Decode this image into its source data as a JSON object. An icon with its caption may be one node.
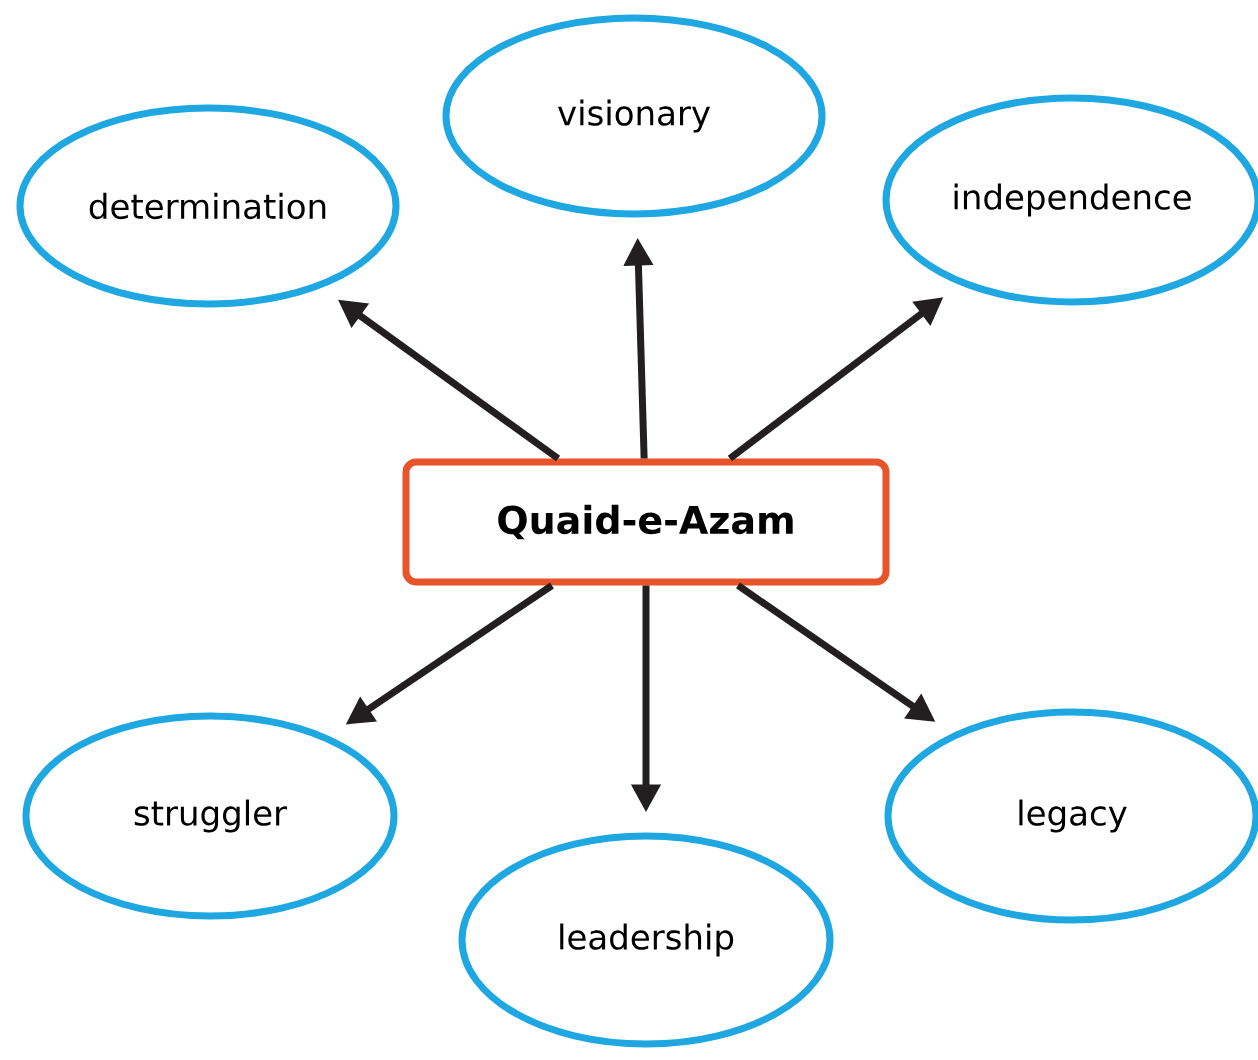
{
  "diagram": {
    "nodes": [
      {
        "text": [
          "visionary"
        ]
      },
      {
        "text": [
          "determination"
        ]
      },
      {
        "text": [
          "independence"
        ]
      },
      {
        "text": [
          "Quaid-e-Azam"
        ]
      },
      {
        "text": [
          "struggler"
        ]
      },
      {
        "text": [
          "legacy"
        ]
      },
      {
        "text": [
          "leadership"
        ]
      }
    ],
    "edges": [
      {
        "from": 3,
        "to": 0,
        "arrow": "to"
      },
      {
        "from": 3,
        "to": 1,
        "arrow": "to"
      },
      {
        "from": 3,
        "to": 2,
        "arrow": "to"
      },
      {
        "from": 3,
        "to": 4,
        "arrow": "to"
      },
      {
        "from": 3,
        "to": 5,
        "arrow": "to"
      },
      {
        "from": 3,
        "to": 6,
        "arrow": "to"
      }
    ]
  }
}
